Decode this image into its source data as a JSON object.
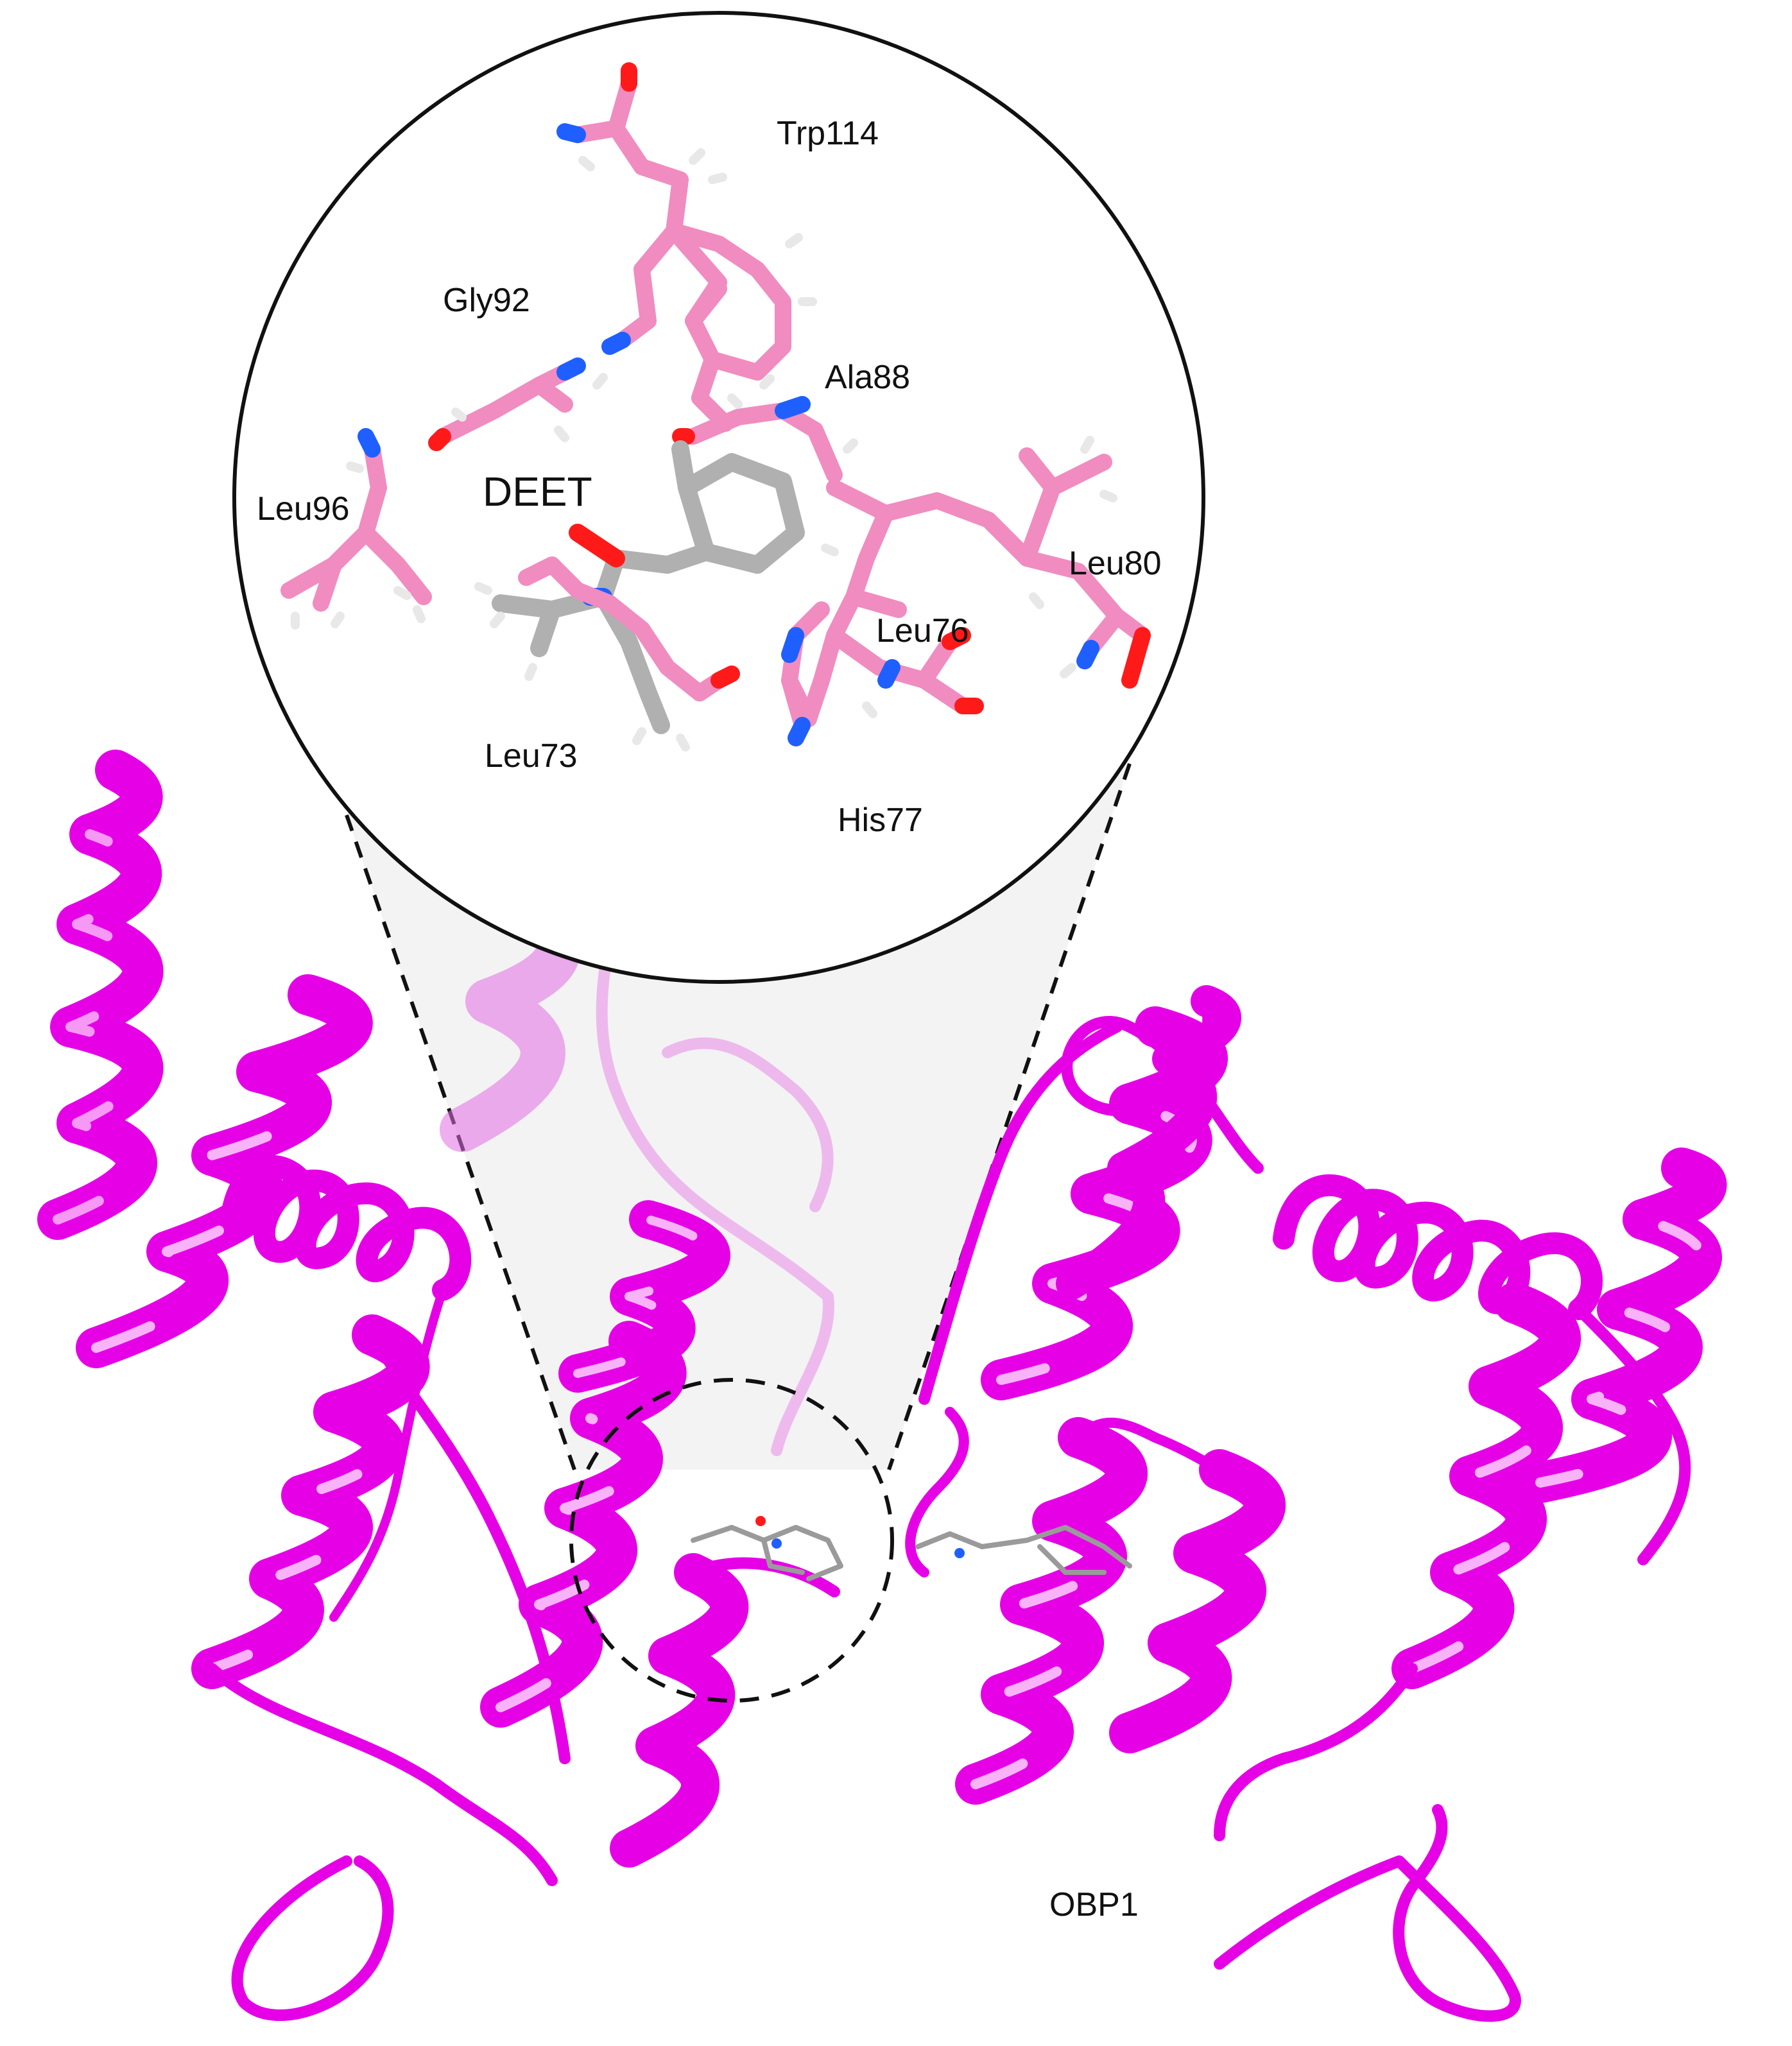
{
  "labels": {
    "trp114": "Trp114",
    "gly92": "Gly92",
    "ala88": "Ala88",
    "leu96": "Leu96",
    "deet": "DEET",
    "leu80": "Leu80",
    "leu76": "Leu76",
    "leu73": "Leu73",
    "his77": "His77",
    "obp1": "OBP1"
  },
  "colors": {
    "protein": "#e600e6",
    "protein_light": "#f080f0",
    "residue": "#f08cc0",
    "deet": "#b0b0b0",
    "nitrogen": "#1f5fff",
    "oxygen": "#ff1a1a",
    "hydrogen": "#f4f4f4",
    "zoom_fill": "#f2f2f2",
    "outline": "#111111"
  },
  "icons": {
    "zoom_inset": "magnifier-circle",
    "binding_site": "dashed-circle"
  }
}
